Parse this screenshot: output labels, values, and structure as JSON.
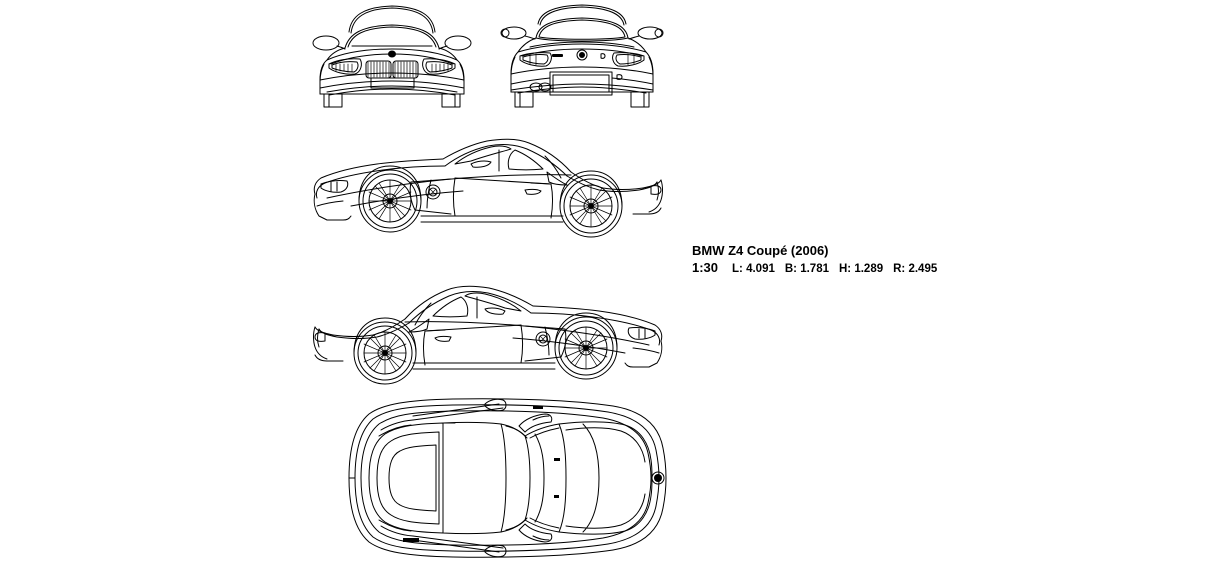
{
  "drawing": {
    "subject": "BMW Z4 Coupé (2006)",
    "drawing_type": "orthographic-blueprint",
    "background_color": "#ffffff",
    "line_color": "#000000"
  },
  "title_block": {
    "model_title": "BMW Z4 Coupé (2006)",
    "scale": "1:30",
    "specs": [
      {
        "key": "L:",
        "value": "4.091"
      },
      {
        "key": "B:",
        "value": "1.781"
      },
      {
        "key": "H:",
        "value": "1.289"
      },
      {
        "key": "R:",
        "value": "2.495"
      }
    ],
    "spec_line_text": "1:30    L: 4.091   B: 1.781   H: 1.289   R: 2.495"
  },
  "views": [
    {
      "id": "front-view",
      "label": "Front elevation",
      "features": [
        "kidney-grille",
        "headlights",
        "side-mirrors",
        "front-bumper",
        "license-plate-recess",
        "windshield",
        "roof",
        "tires"
      ]
    },
    {
      "id": "rear-view",
      "label": "Rear elevation",
      "features": [
        "rear-window",
        "tail-lights",
        "license-plate",
        "rear-bumper",
        "exhaust-tips",
        "side-mirrors",
        "badge",
        "tires"
      ]
    },
    {
      "id": "side-view-left",
      "label": "Left side profile",
      "features": [
        "hood",
        "windshield",
        "roofline",
        "side-window",
        "door-handle",
        "fuel-cap",
        "front-wheel",
        "rear-wheel",
        "alloy-spokes",
        "side-mirror"
      ]
    },
    {
      "id": "side-view-right",
      "label": "Right side profile",
      "features": [
        "hood",
        "windshield",
        "roofline",
        "side-window",
        "door-handle",
        "fuel-cap",
        "front-wheel",
        "rear-wheel",
        "alloy-spokes",
        "side-mirror"
      ]
    },
    {
      "id": "top-view",
      "label": "Top plan view",
      "features": [
        "hood",
        "windshield",
        "roof-panel",
        "rear-window",
        "trunk-lid",
        "side-mirrors",
        "wipers",
        "antenna-base",
        "body-outline"
      ]
    }
  ]
}
